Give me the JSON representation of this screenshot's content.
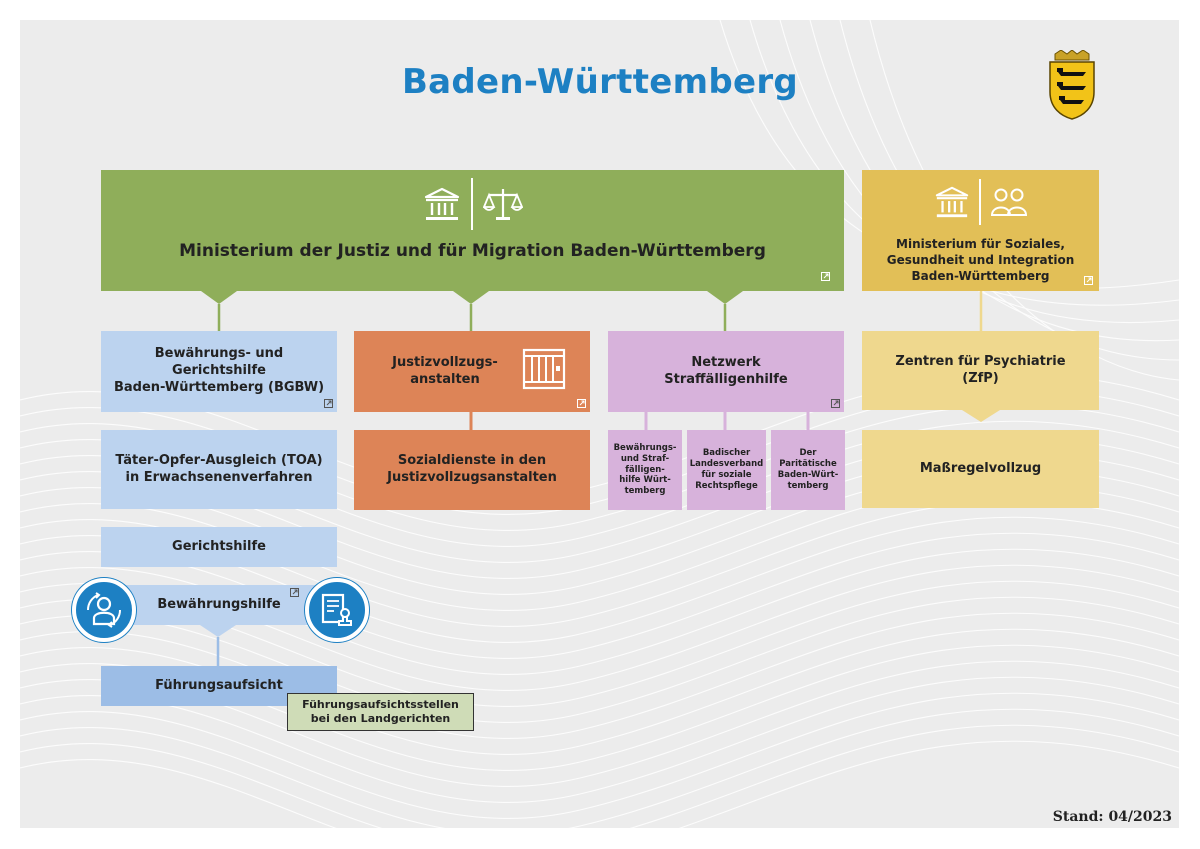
{
  "page_title": "Baden-Württemberg",
  "stand": "Stand: 04/2023",
  "colors": {
    "title": "#1d80c3",
    "green": "#8fae5a",
    "yellow": "#e2bf57",
    "blue_light": "#bcd3ef",
    "orange": "#dd8457",
    "purple": "#d7b2db"
  },
  "justiz": {
    "label": "Ministerium der Justiz und für Migration Baden-Württemberg",
    "icons": [
      "government-building-icon",
      "scales-icon",
      "external-link-icon"
    ]
  },
  "soziales": {
    "line1": "Ministerium für Soziales,",
    "line2": "Gesundheit und Integration",
    "line3": "Baden-Württemberg",
    "icons": [
      "government-building-icon",
      "people-icon",
      "external-link-icon"
    ]
  },
  "bgbw": {
    "line1": "Bewährungs- und",
    "line2": "Gerichtshilfe",
    "line3": "Baden-Württemberg (BGBW)"
  },
  "toa": {
    "line1": "Täter-Opfer-Ausgleich (TOA)",
    "line2": "in Erwachsenenverfahren"
  },
  "gerichtshilfe": "Gerichtshilfe",
  "bewaehrungshilfe": "Bewährungshilfe",
  "fuehrungsaufsicht": "Führungsaufsicht",
  "note": {
    "line1": "Führungsaufsichtsstellen",
    "line2": "bei den Landgerichten"
  },
  "jva": {
    "line1": "Justizvollzugs-",
    "line2": "anstalten",
    "icon": "prison-cell-icon"
  },
  "sozialdienste": {
    "line1": "Sozialdienste in den",
    "line2": "Justizvollzugsanstalten"
  },
  "netzwerk": {
    "line1": "Netzwerk",
    "line2": "Straffälligenhilfe"
  },
  "sub1": {
    "l1": "Bewährungs-",
    "l2": "und Straf-",
    "l3": "fälligen-",
    "l4": "hilfe Würt-",
    "l5": "temberg"
  },
  "sub2": {
    "l1": "Badischer",
    "l2": "Landesverband",
    "l3": "für soziale",
    "l4": "Rechtspflege"
  },
  "sub3": {
    "l1": "Der",
    "l2": "Paritätische",
    "l3": "Baden-Würt-",
    "l4": "temberg"
  },
  "zfp": {
    "line1": "Zentren für Psychiatrie",
    "line2": "(ZfP)"
  },
  "massregel": "Maßregelvollzug",
  "side_icons": [
    "people-support-icon",
    "document-stamp-icon"
  ]
}
